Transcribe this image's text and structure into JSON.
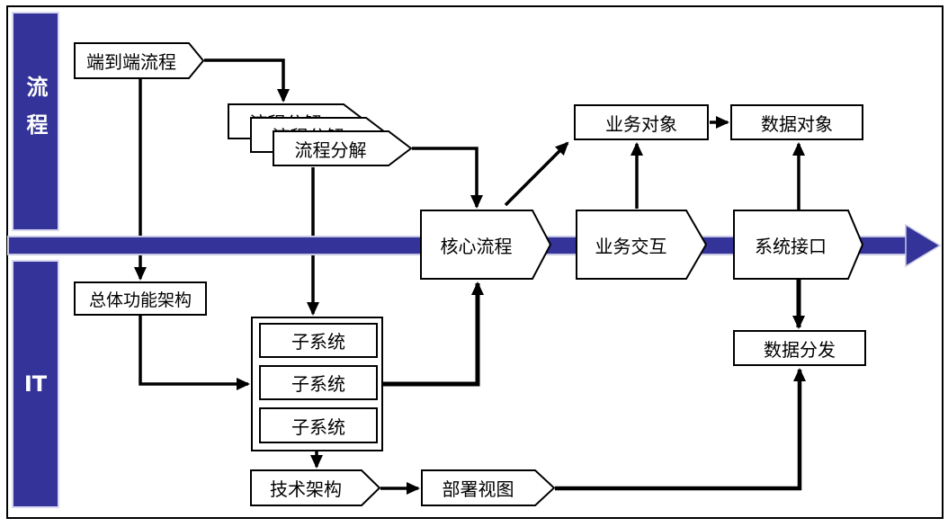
{
  "diagram": {
    "title_hint": "process-it-architecture-swimlane",
    "lanes": [
      {
        "id": "process",
        "label": "流程"
      },
      {
        "id": "it",
        "label": "IT"
      }
    ],
    "nodes": {
      "end_to_end_process": "端到端流程",
      "process_decomposition": "流程分解",
      "core_process": "核心流程",
      "business_interaction": "业务交互",
      "system_interface": "系统接口",
      "business_object": "业务对象",
      "data_object": "数据对象",
      "overall_functional_architecture": "总体功能架构",
      "subsystem": "子系统",
      "technical_architecture": "技术架构",
      "deployment_view": "部署视图",
      "data_distribution": "数据分发"
    },
    "colors": {
      "accent_blue": "#333399",
      "band_edge": "#C9C9E6",
      "line": "#000000",
      "lane_text": "#FFFFFF"
    },
    "edges": [
      {
        "from": "end_to_end_process",
        "to": "process_decomposition"
      },
      {
        "from": "end_to_end_process",
        "to": "overall_functional_architecture"
      },
      {
        "from": "process_decomposition",
        "to": "core_process"
      },
      {
        "from": "process_decomposition",
        "to": "subsystem"
      },
      {
        "from": "overall_functional_architecture",
        "to": "subsystem"
      },
      {
        "from": "subsystem",
        "to": "core_process"
      },
      {
        "from": "subsystem",
        "to": "technical_architecture"
      },
      {
        "from": "technical_architecture",
        "to": "deployment_view"
      },
      {
        "from": "deployment_view",
        "to": "data_distribution"
      },
      {
        "from": "core_process",
        "to": "business_object"
      },
      {
        "from": "business_interaction",
        "to": "business_object"
      },
      {
        "from": "business_object",
        "to": "data_object"
      },
      {
        "from": "system_interface",
        "to": "data_object"
      },
      {
        "from": "system_interface",
        "to": "data_distribution"
      }
    ]
  }
}
